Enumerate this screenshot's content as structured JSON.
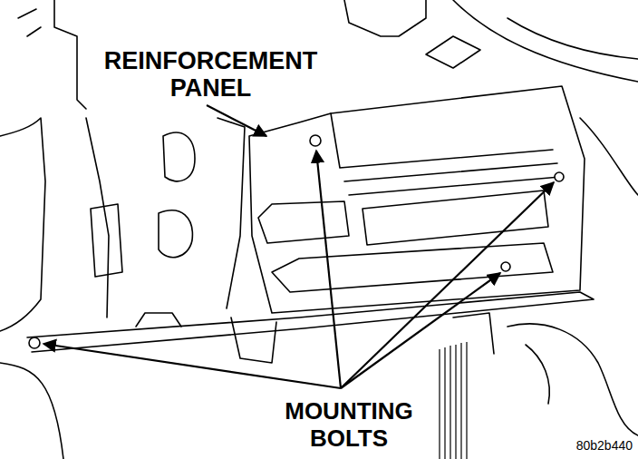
{
  "diagram": {
    "labels": [
      "REINFORCEMENT PANEL",
      "MOUNTING BOLTS",
      "80b2b440"
    ]
  }
}
